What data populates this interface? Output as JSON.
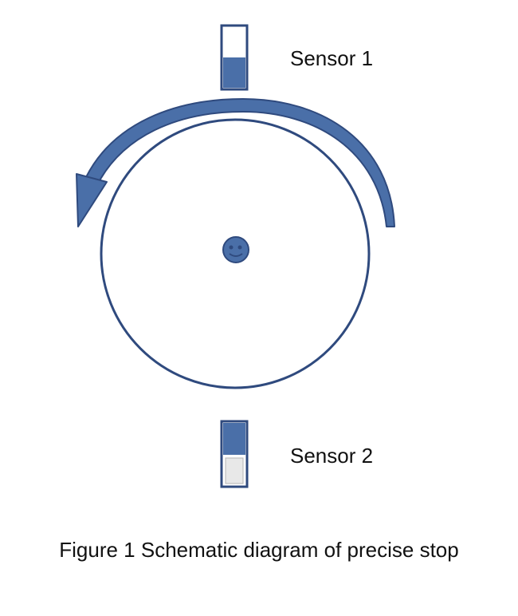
{
  "sensors": [
    {
      "label": "Sensor 1"
    },
    {
      "label": "Sensor 2"
    }
  ],
  "caption": "Figure 1 Schematic diagram of precise stop",
  "colors": {
    "stroke": "#2f4a7e",
    "fill": "#4a6fa8",
    "sensor_light": "#e8e8e8"
  }
}
